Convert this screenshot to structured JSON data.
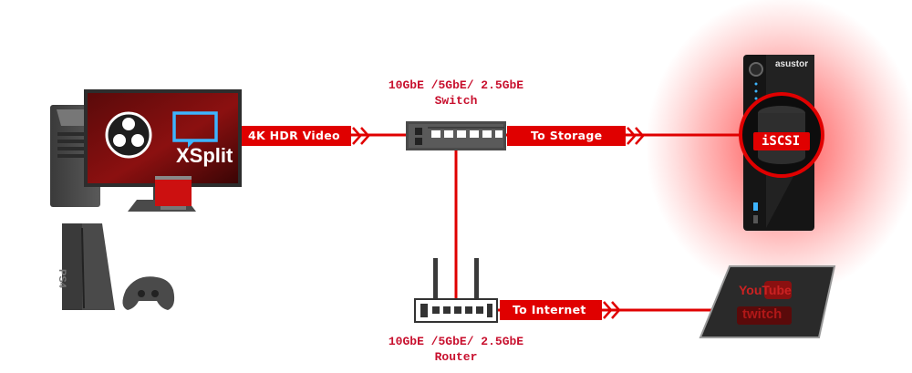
{
  "diagram": {
    "switch": {
      "caption_line1": "10GbE /5GbE/ 2.5GbE",
      "caption_line2": "Switch"
    },
    "router": {
      "caption_line1": "10GbE /5GbE/ 2.5GbE",
      "caption_line2": "Router"
    },
    "links": {
      "video": "4K HDR Video",
      "storage": "To Storage",
      "internet": "To Internet"
    },
    "nas": {
      "brand": "asustor",
      "disk_label": "iSCSI"
    },
    "pc": {
      "software": [
        "OBS",
        "XSplit"
      ],
      "xsplit_text": "XSplit"
    },
    "console": {
      "label": "PS4"
    },
    "streaming": {
      "services": [
        "YouTube",
        "twitch"
      ]
    },
    "colors": {
      "accent": "#e00000",
      "dark": "#2a2a2a",
      "caption": "#c8102e"
    }
  }
}
